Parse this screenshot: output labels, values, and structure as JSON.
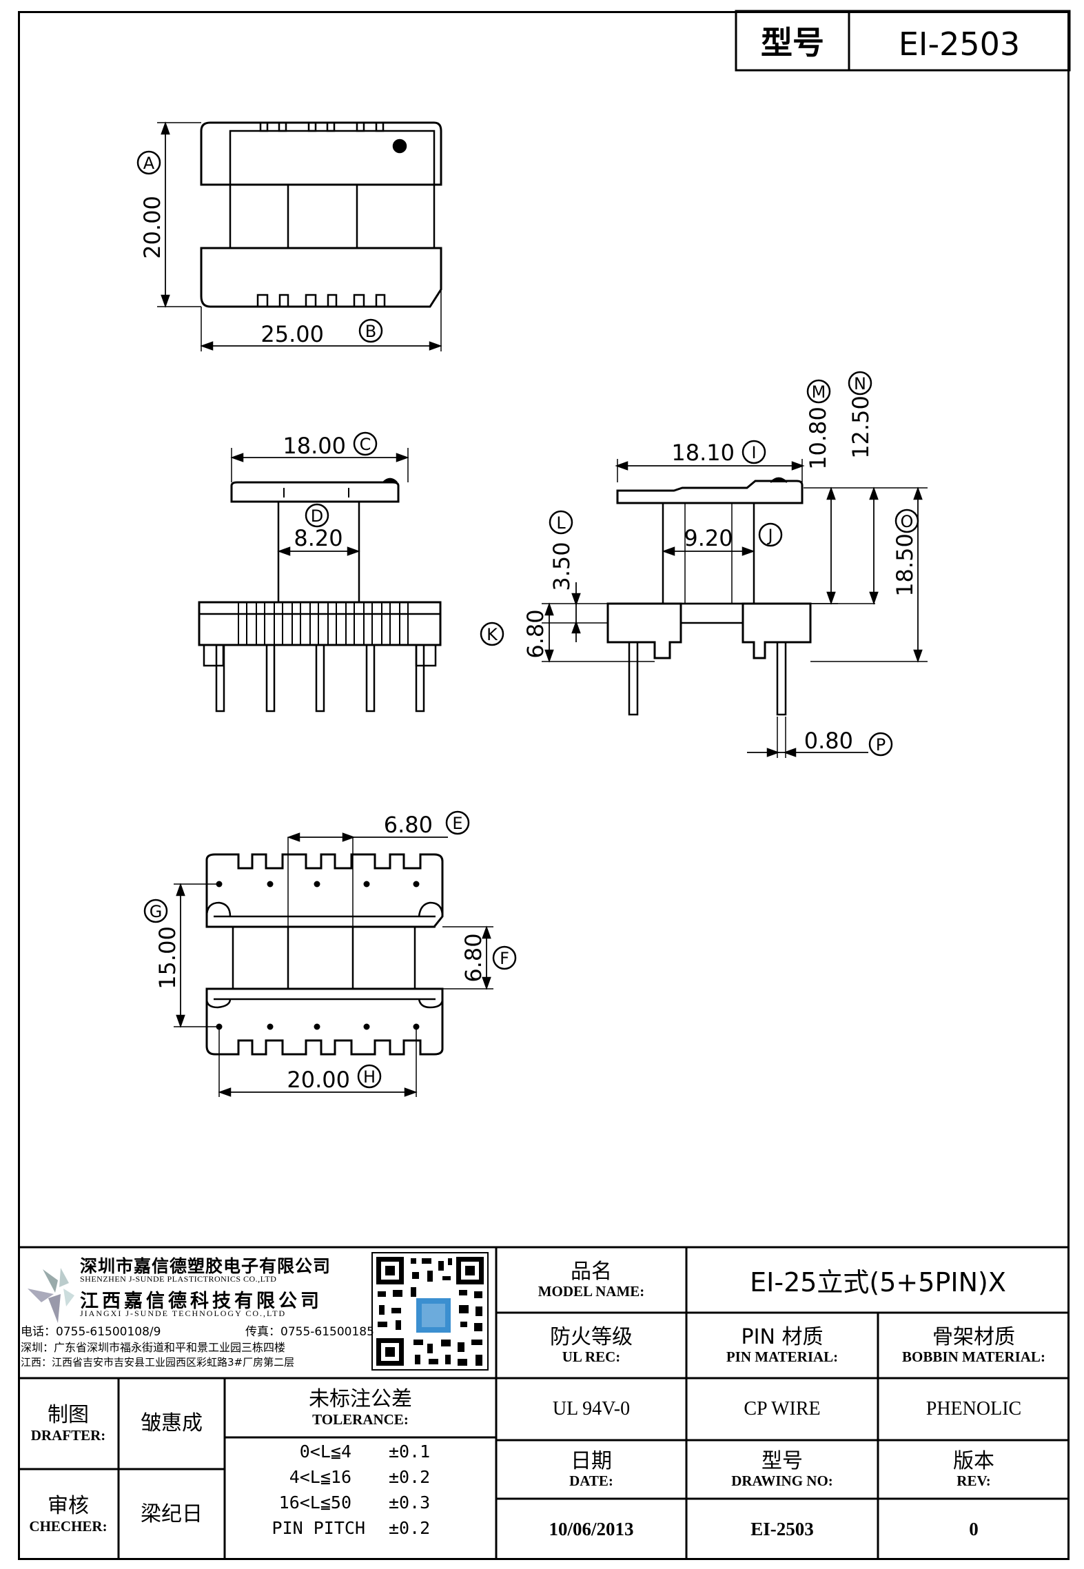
{
  "header": {
    "model_label": "型号",
    "model_value": "EI-2503"
  },
  "dimensions": {
    "A": {
      "letter": "A",
      "value": "20.00"
    },
    "B": {
      "letter": "B",
      "value": "25.00"
    },
    "C": {
      "letter": "C",
      "value": "18.00"
    },
    "D": {
      "letter": "D",
      "value": "8.20"
    },
    "E": {
      "letter": "E",
      "value": "6.80"
    },
    "F": {
      "letter": "F",
      "value": "6.80"
    },
    "G": {
      "letter": "G",
      "value": "15.00"
    },
    "H": {
      "letter": "H",
      "value": "20.00"
    },
    "I": {
      "letter": "I",
      "value": "18.10"
    },
    "J": {
      "letter": "J",
      "value": "9.20"
    },
    "K": {
      "letter": "K",
      "value": "6.80"
    },
    "L": {
      "letter": "L",
      "value": "3.50"
    },
    "M": {
      "letter": "M",
      "value": "10.80"
    },
    "N": {
      "letter": "N",
      "value": "12.50"
    },
    "O": {
      "letter": "O",
      "value": "18.50"
    },
    "P": {
      "letter": "P",
      "value": "0.80"
    }
  },
  "company": {
    "name_sz": "深圳市嘉信德塑胶电子有限公司",
    "name_sz_en": "SHENZHEN J-SUNDE PLASTICTRONICS CO.,LTD",
    "name_jx": "江西嘉信德科技有限公司",
    "name_jx_en": "JIANGXI J-SUNDE TECHNOLOGY CO.,LTD",
    "phone": "电话：0755-61500108/9",
    "fax": "传真：0755-61500185",
    "addr_sz": "深圳：广东省深圳市福永街道和平和景工业园三栋四楼",
    "addr_jx": "江西：江西省吉安市吉安县工业园西区彩虹路3#厂房第二层"
  },
  "title_block": {
    "model_name_cn": "品名",
    "model_name_en": "MODEL NAME:",
    "model_name_value": "EI-25立式(5+5PIN)X",
    "ul_cn": "防火等级",
    "ul_en": "UL REC:",
    "pin_cn": "PIN 材质",
    "pin_en": "PIN MATERIAL:",
    "bobbin_cn": "骨架材质",
    "bobbin_en": "BOBBIN MATERIAL:",
    "ul_value": "UL 94V-0",
    "pin_value": "CP WIRE",
    "bobbin_value": "PHENOLIC",
    "date_cn": "日期",
    "date_en": "DATE:",
    "drawing_cn": "型号",
    "drawing_en": "DRAWING NO:",
    "rev_cn": "版本",
    "rev_en": "REV:",
    "date_value": "10/06/2013",
    "drawing_value": "EI-2503",
    "rev_value": "0",
    "drafter_cn": "制图",
    "drafter_en": "DRAFTER:",
    "drafter_name": "皱惠成",
    "checker_cn": "审核",
    "checker_en": "CHECHER:",
    "checker_name": "梁纪日",
    "tolerance_cn": "未标注公差",
    "tolerance_en": "TOLERANCE:",
    "tolerance_rows": [
      {
        "range": "0<L≦4",
        "tol": "±0.1"
      },
      {
        "range": "4<L≦16",
        "tol": "±0.2"
      },
      {
        "range": "16<L≦50",
        "tol": "±0.3"
      },
      {
        "range": "PIN PITCH",
        "tol": "±0.2"
      }
    ]
  }
}
